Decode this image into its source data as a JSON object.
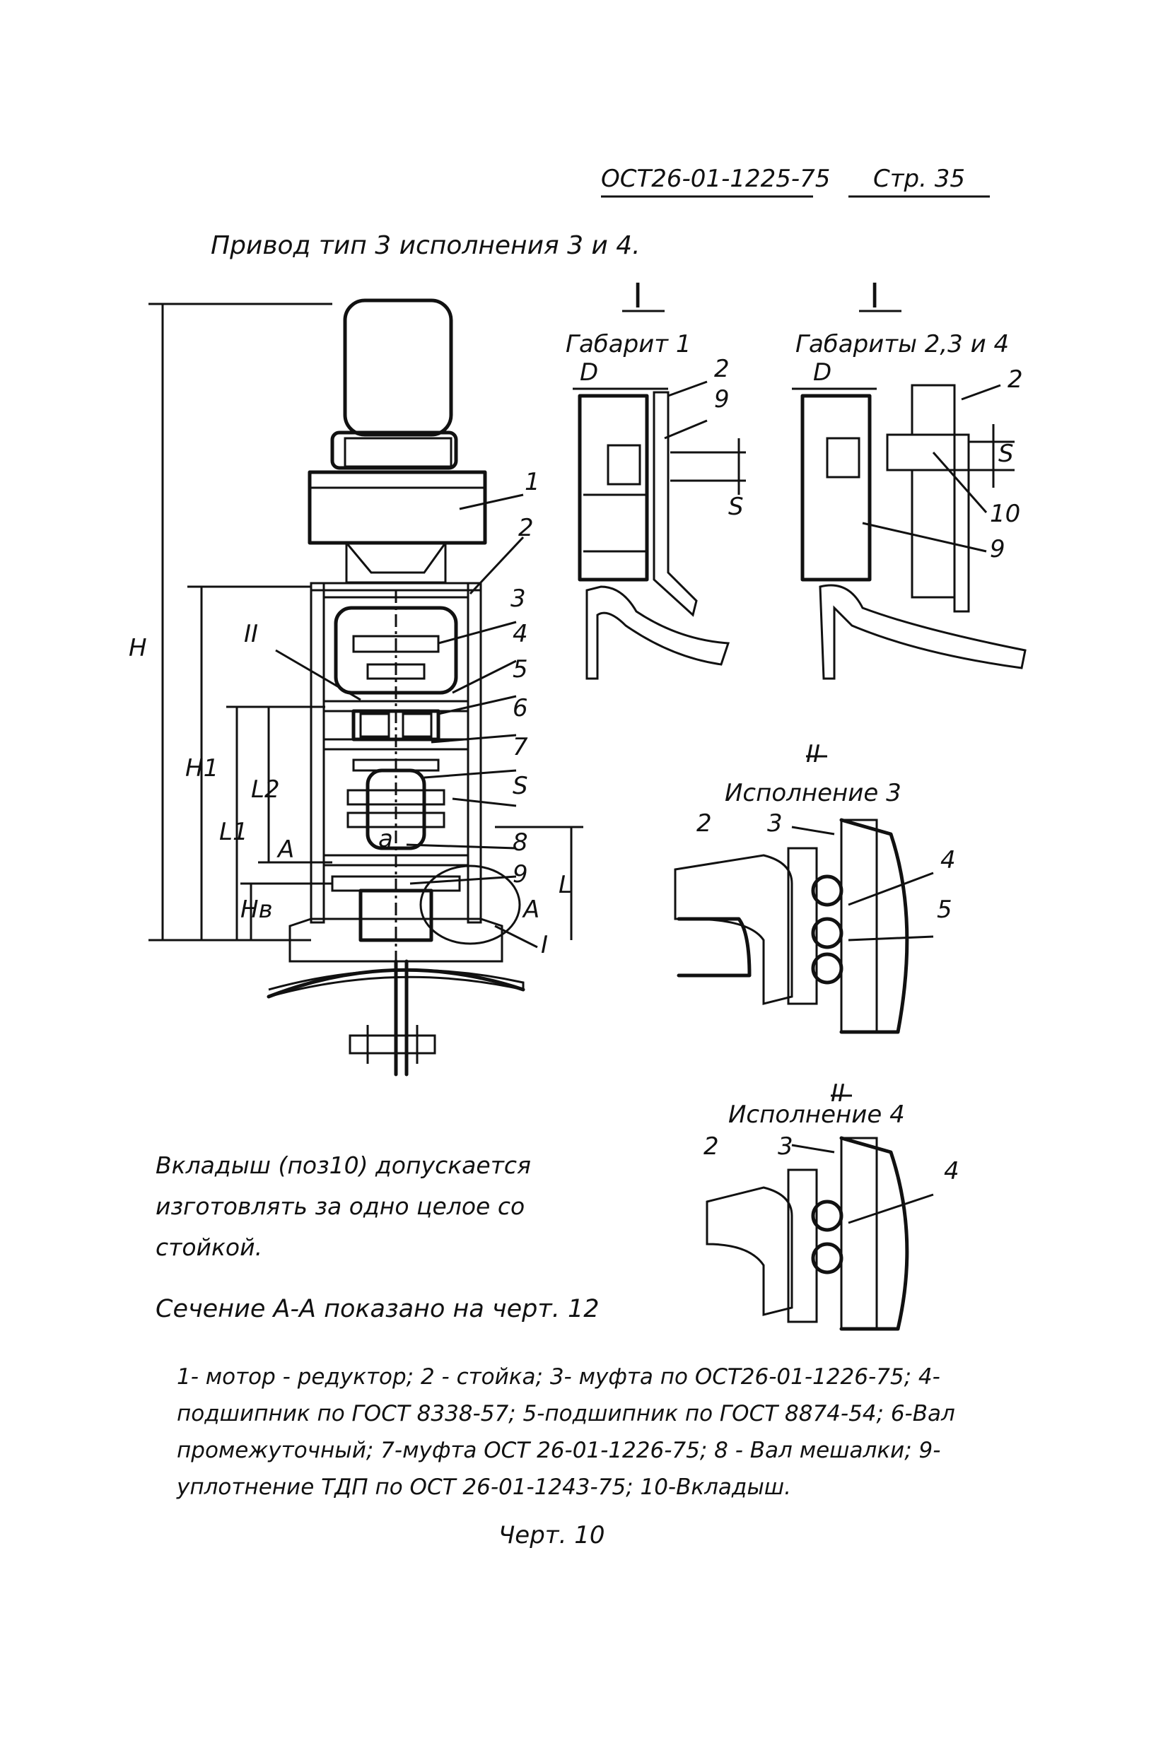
{
  "header": {
    "standard": "ОСТ26-01-1225-75",
    "page": "Стр. 35"
  },
  "title": "Привод тип 3 исполнения 3 и 4.",
  "detail_I": {
    "mark": "I",
    "left": {
      "caption": "Габарит 1",
      "labels": [
        "D",
        "2",
        "9",
        "S"
      ]
    },
    "right": {
      "caption": "Габариты 2,3 и 4",
      "labels": [
        "D",
        "2",
        "S",
        "10",
        "9"
      ]
    }
  },
  "detail_II": {
    "mark": "II",
    "v3": {
      "caption": "Исполнение 3",
      "labels": [
        "2",
        "3",
        "4",
        "5"
      ]
    },
    "v4": {
      "caption": "Исполнение 4",
      "labels": [
        "2",
        "3",
        "4"
      ]
    }
  },
  "main_view": {
    "position_labels": [
      "1",
      "2",
      "3",
      "4",
      "5",
      "6",
      "7",
      "S",
      "8",
      "9"
    ],
    "marks": {
      "II": "II",
      "I": "I",
      "a": "a",
      "A1": "A",
      "A2": "A"
    },
    "dimensions": {
      "H": "H",
      "H1": "H1",
      "L1": "L1",
      "L2": "L2",
      "Hв": "Hв",
      "L": "L"
    }
  },
  "note": "Вкладыш (поз10) допускается изготовлять за одно целое со стойкой.",
  "section_note": "Сечение А-А показано на черт. 12",
  "legend": "1- мотор - редуктор; 2 - стойка; 3- муфта по ОСТ26-01-1226-75; 4-подшипник по ГОСТ 8338-57; 5-подшипник по ГОСТ 8874-54; 6-Вал промежуточный; 7-муфта ОСТ 26-01-1226-75; 8 - Вал мешалки; 9- уплотнение ТДП по ОСТ 26-01-1243-75; 10-Вкладыш.",
  "figure_caption": "Черт. 10"
}
